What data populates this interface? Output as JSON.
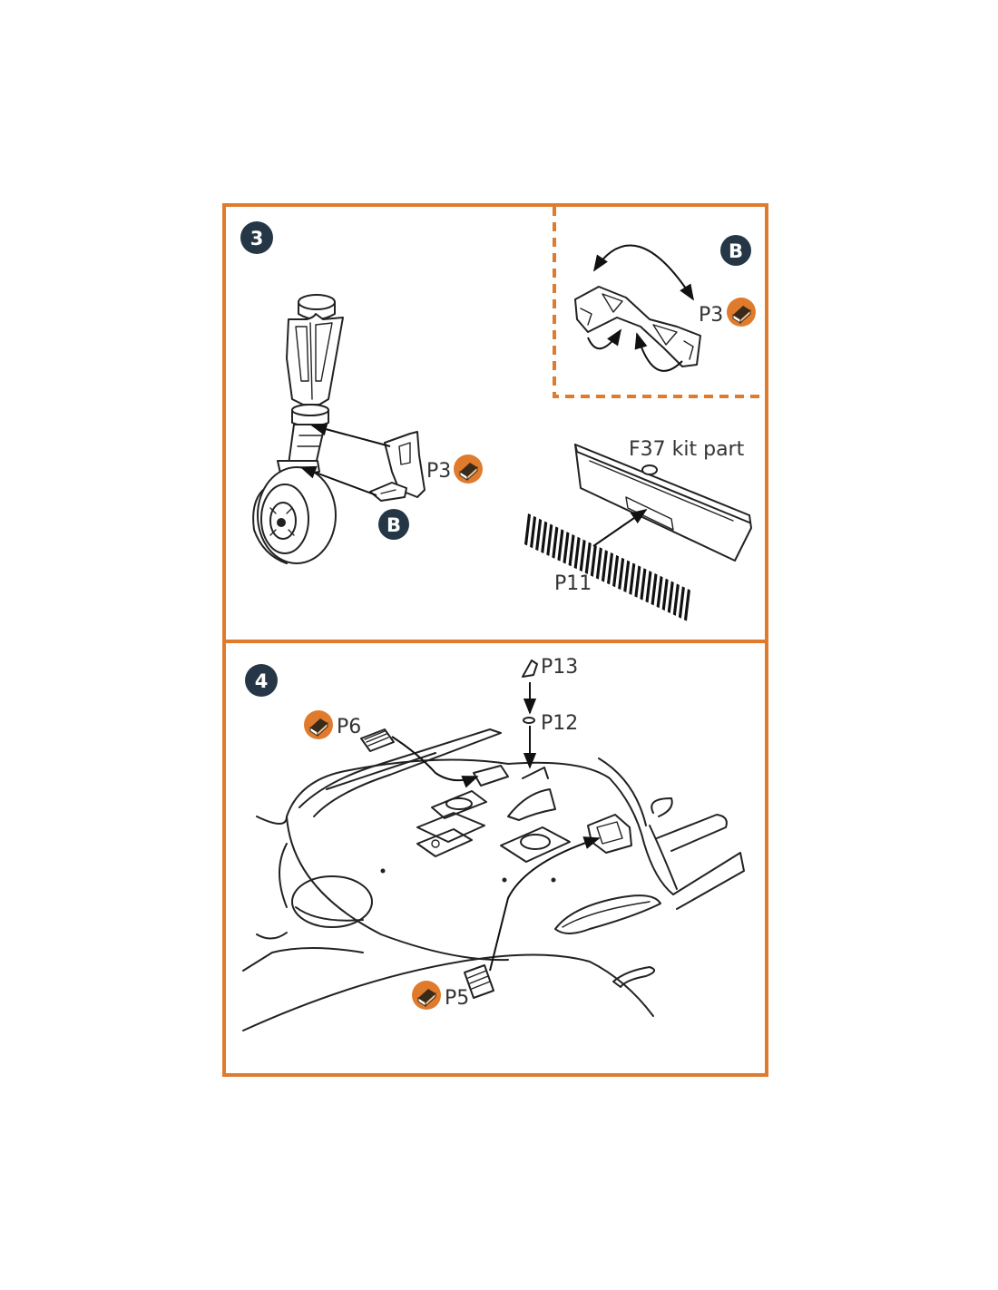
{
  "colors": {
    "frame": "#e07b2e",
    "step_badge": "#253746",
    "pe_icon": "#e07b2e",
    "line": "#222222"
  },
  "steps": [
    {
      "number": "3",
      "callout": "B",
      "labels": {
        "p3_main": "P3",
        "p3_detail": "P3",
        "kit_part": "F37 kit part",
        "p11": "P11"
      },
      "icons": [
        "photo-etch-part-icon"
      ]
    },
    {
      "number": "4",
      "labels": {
        "p13": "P13",
        "p12": "P12",
        "p6": "P6",
        "p5": "P5"
      },
      "icons": [
        "photo-etch-part-icon"
      ]
    }
  ]
}
